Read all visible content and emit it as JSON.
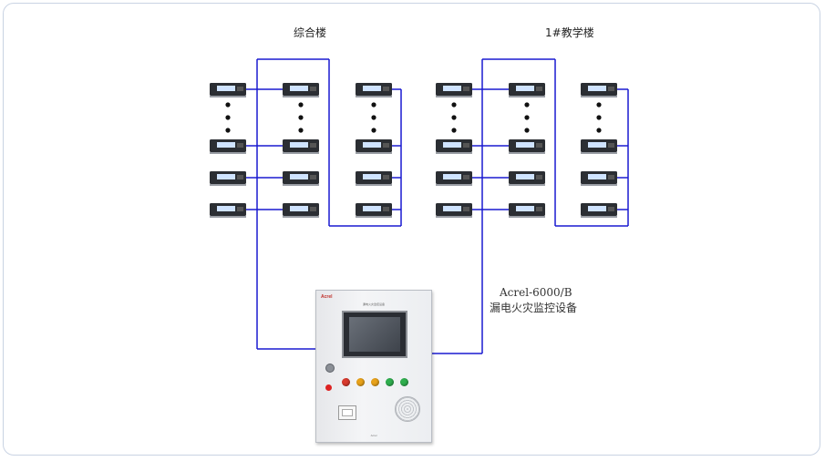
{
  "buildings": [
    {
      "label": "综合楼"
    },
    {
      "label": "1#教学楼"
    }
  ],
  "controller": {
    "model": "Acrel-6000/B",
    "name": "漏电火灾监控设备",
    "logo_text": "Acrel",
    "led_colors": [
      "#d83a2e",
      "#e8a21a",
      "#e8a21a",
      "#2fae4e",
      "#2fae4e"
    ]
  },
  "colors": {
    "wire": "#1a1ad0",
    "detector_body": "#2b2e33",
    "detector_screen": "#cfe3ff",
    "frame_border": "#c9d3e3"
  }
}
